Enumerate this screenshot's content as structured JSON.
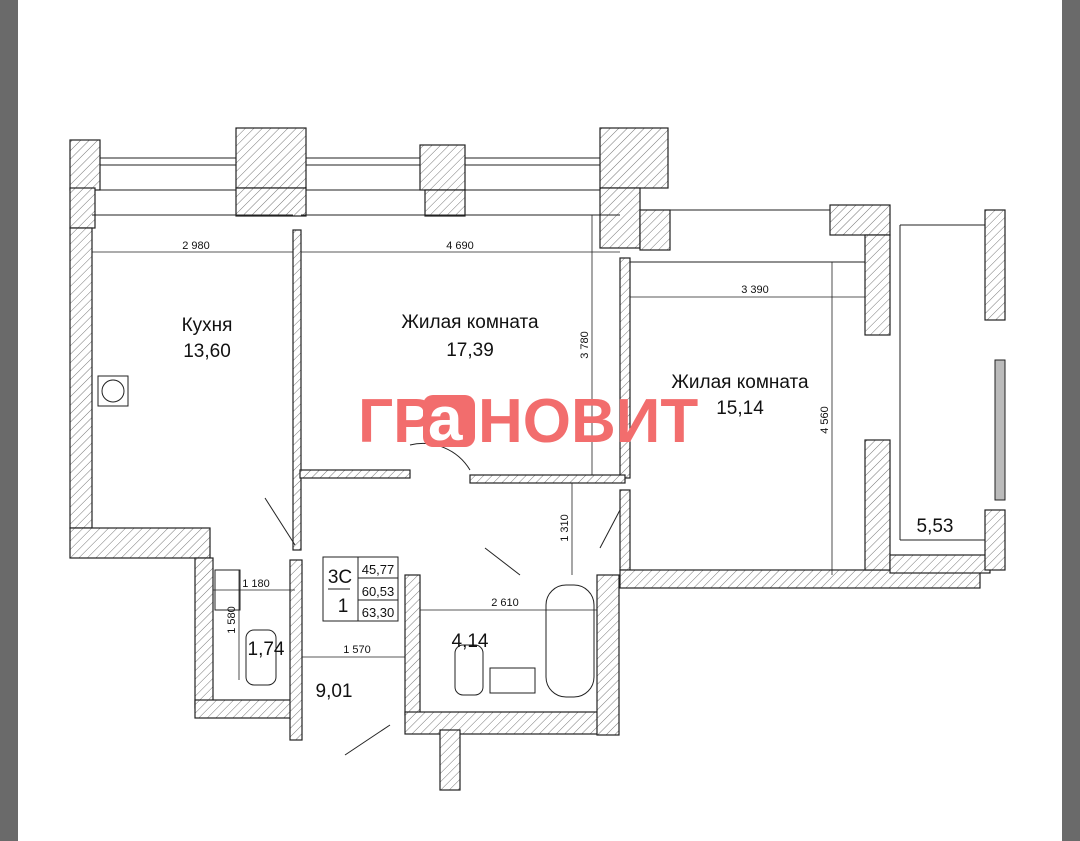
{
  "rooms": {
    "kitchen": {
      "name": "Кухня",
      "area": "13,60"
    },
    "living1": {
      "name": "Жилая комната",
      "area": "17,39"
    },
    "living2": {
      "name": "Жилая комната",
      "area": "15,14"
    },
    "balcony": {
      "area": "5,53"
    },
    "hall": {
      "area": "9,01"
    },
    "bathroom": {
      "area": "4,14"
    },
    "toilet": {
      "area": "1,74"
    }
  },
  "dimensions": {
    "kitchen_width": "2 980",
    "living1_width": "4 690",
    "living1_depth": "3 780",
    "living2_width": "3 390",
    "living2_depth": "4 560",
    "hall_depth": "1 310",
    "bathroom_width": "2 610",
    "toilet_width": "1 180",
    "toilet_depth": "1 580",
    "hall_width": "1 570"
  },
  "label_box": {
    "type": "3С",
    "rooms": "1",
    "areas": [
      "45,77",
      "60,53",
      "63,30"
    ]
  },
  "watermark": {
    "pre": "ГР",
    "boxed": "а",
    "post": "НОВИТ",
    "color": "#f26d6d"
  }
}
